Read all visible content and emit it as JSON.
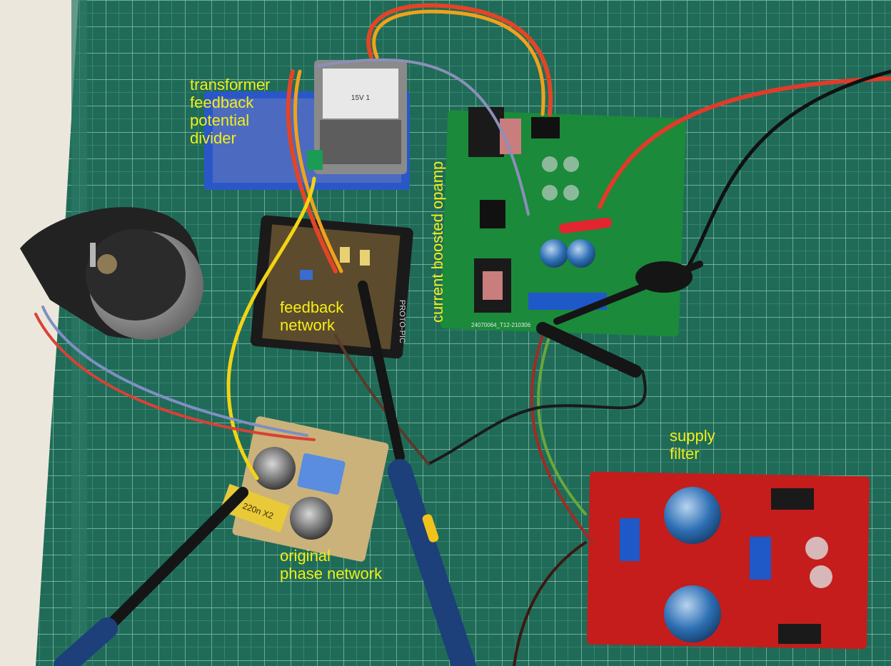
{
  "labels": {
    "transformer_feedback": [
      "transformer",
      "feedback",
      "potential",
      "divider"
    ],
    "feedback_network": [
      "feedback",
      "network"
    ],
    "current_boosted_opamp": "current boosted opamp",
    "supply_filter": [
      "supply",
      "filter"
    ],
    "original_phase_network": [
      "original",
      "phase network"
    ]
  },
  "boards": {
    "transformer_text": "15V 1",
    "protoboard_text": "PROTO-PIC",
    "capacitor_text": "220n X2",
    "opamp_pcb_text": "24070064_T12-210306"
  },
  "colors": {
    "cutting_mat": "#1f6b58",
    "grid_line": "#8fc2b1",
    "label_yellow": "#f4ee16",
    "green_pcb": "#1b8a3a",
    "red_pcb": "#c41d1c",
    "blue_board": "#2a57c8"
  }
}
